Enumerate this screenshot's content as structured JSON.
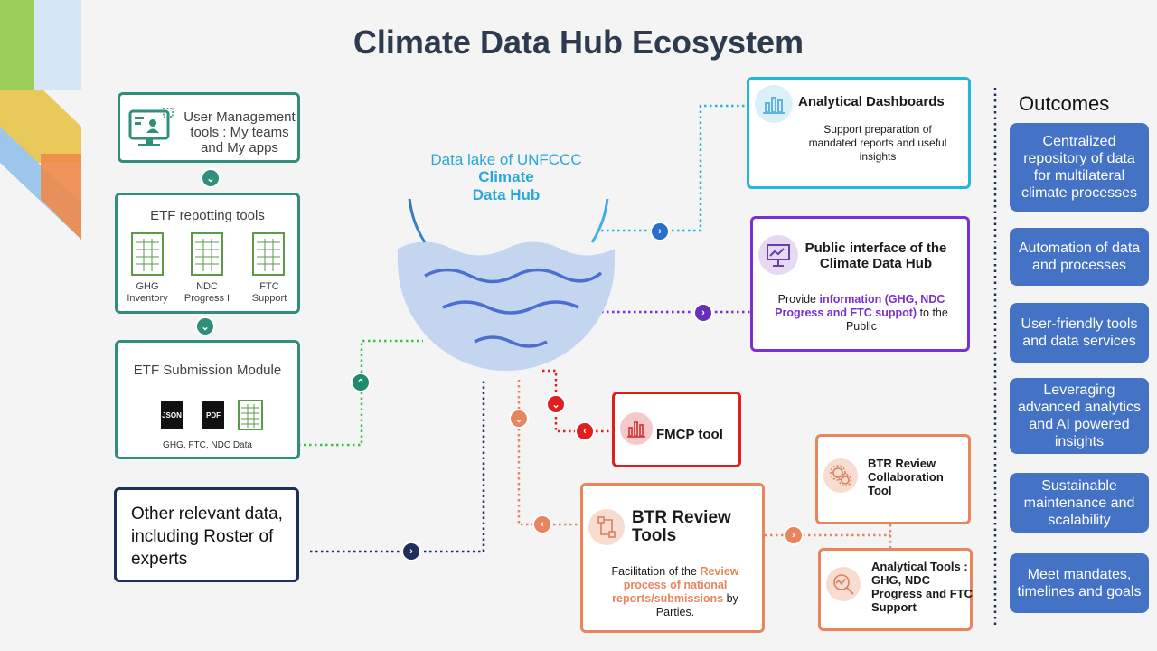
{
  "title": "Climate Data Hub Ecosystem",
  "left": {
    "user_mgmt": "User Management tools : My teams and My apps",
    "etf_tools": {
      "title": "ETF repotting tools",
      "items": [
        "GHG Inventory",
        "NDC Progress I",
        "FTC Support"
      ]
    },
    "etf_submission": {
      "title": "ETF Submission Module",
      "file_icons": [
        "JSON",
        "PDF"
      ],
      "caption": "GHG, FTC, NDC Data"
    },
    "other_data": "Other relevant data, including Roster of experts"
  },
  "lake": {
    "line1": "Data lake of UNFCCC",
    "line2": "Climate",
    "line3": "Data Hub"
  },
  "dashboards": {
    "title": "Analytical Dashboards",
    "desc": "Support preparation of mandated reports and useful insights"
  },
  "public_interface": {
    "title": "Public interface of the Climate Data Hub",
    "desc_pre": "Provide ",
    "desc_highlight": "information (GHG, NDC Progress and FTC suppot)",
    "desc_post": " to the Public"
  },
  "fmcp": {
    "title": "FMCP tool"
  },
  "btr": {
    "title": "BTR Review Tools",
    "desc_pre": "Facilitation of the ",
    "desc_highlight": "Review process of national reports/submissions",
    "desc_post": " by Parties."
  },
  "btr_collab": {
    "title": "BTR Review Collaboration Tool"
  },
  "analytical_tools": {
    "title": "Analytical Tools : GHG, NDC Progress and FTC Support"
  },
  "outcomes": {
    "title": "Outcomes",
    "items": [
      "Centralized repository of data for multilateral climate processes",
      "Automation of data and processes",
      "User-friendly tools and data services",
      "Leveraging advanced analytics and AI powered insights",
      "Sustainable maintenance and scalability",
      "Meet mandates, timelines and goals"
    ]
  },
  "colors": {
    "green": "#2f8f7a",
    "cyan": "#22b5e0",
    "purple": "#7a2fd6",
    "red": "#e01e1e",
    "orange": "#e8855f",
    "navy": "#1f2f5c",
    "outcome_blue": "#4472c4"
  }
}
